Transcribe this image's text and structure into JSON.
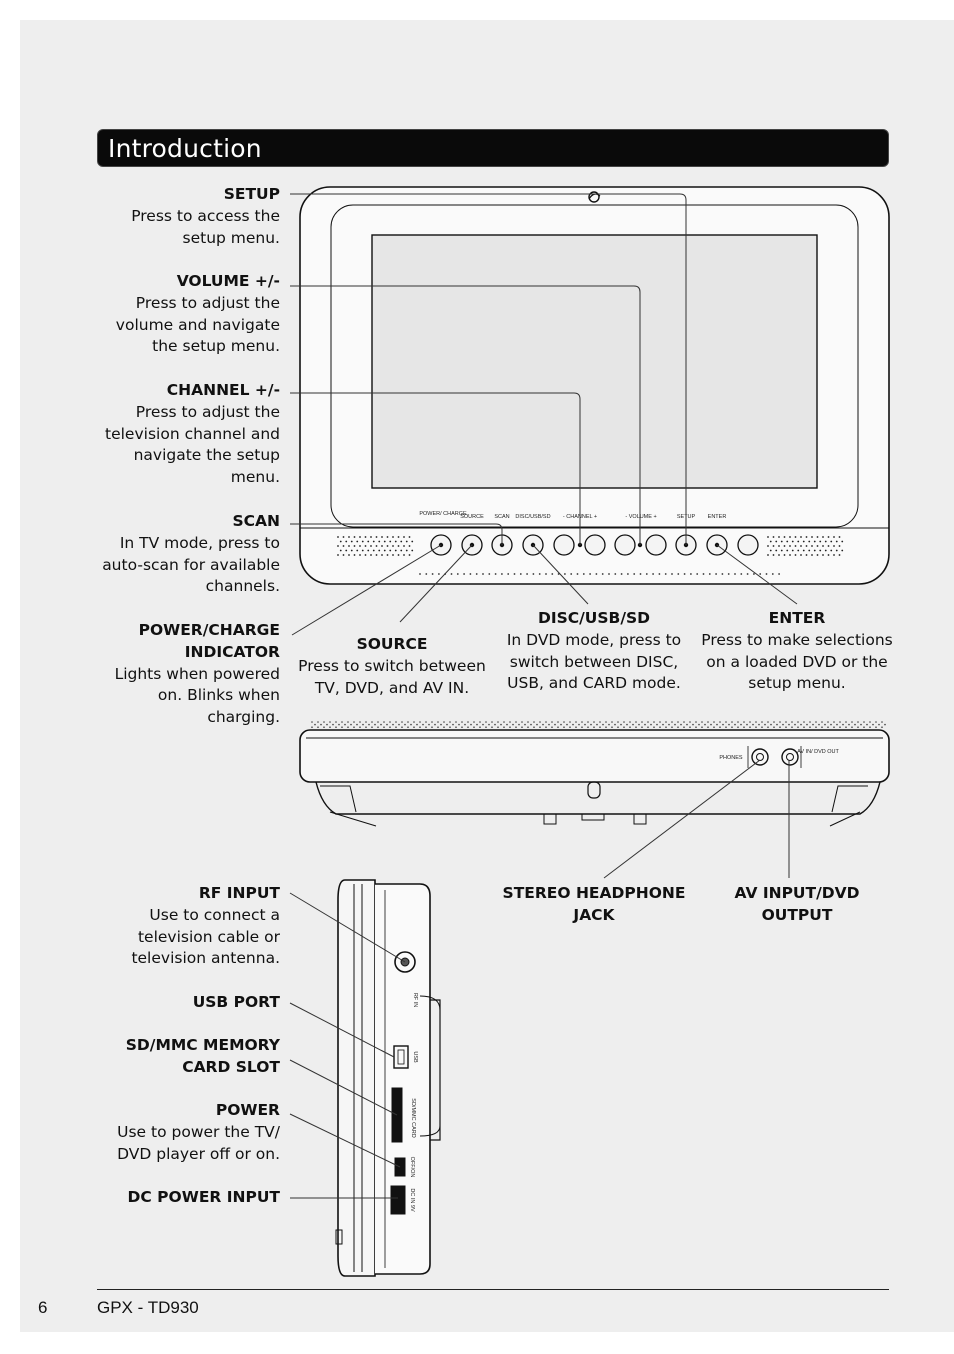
{
  "header": {
    "title": "Introduction"
  },
  "front_panel_labels": {
    "power_charge": "POWER/ CHARGE",
    "source": "SOURCE",
    "scan": "SCAN",
    "disc_usb_sd": "DISC/USB/SD",
    "channel": "- CHANNEL +",
    "volume": "-   VOLUME  +",
    "setup": "SETUP",
    "enter": "ENTER"
  },
  "bottom_panel_labels": {
    "phones": "PHONES",
    "av_in_dvd_out": "AV IN/ DVD OUT"
  },
  "side_panel_labels": {
    "rf_in": "RF IN",
    "usb": "USB",
    "sd_mmc_card": "SD/MMC CARD",
    "off_on": "OFF/ON",
    "dc_in": "DC IN 9V"
  },
  "callouts": {
    "setup": {
      "heading": "SETUP",
      "desc": "Press to access the\nsetup menu."
    },
    "volume": {
      "heading": "VOLUME +/-",
      "desc": "Press to adjust the\nvolume and navigate\nthe setup menu."
    },
    "channel": {
      "heading": "CHANNEL +/-",
      "desc": "Press to adjust the\ntelevision channel and\nnavigate the setup\nmenu."
    },
    "scan": {
      "heading": "SCAN",
      "desc": "In TV mode, press to\nauto-scan for available\nchannels."
    },
    "power_charge": {
      "heading": "POWER/CHARGE\nINDICATOR",
      "desc": "Lights when powered\non. Blinks when\ncharging."
    },
    "source": {
      "heading": "SOURCE",
      "desc": "Press to switch between\nTV, DVD, and AV IN."
    },
    "disc_usb_sd": {
      "heading": "DISC/USB/SD",
      "desc": "In DVD mode, press to\nswitch between DISC,\nUSB, and CARD mode."
    },
    "enter": {
      "heading": "ENTER",
      "desc": "Press to make selections\non a loaded DVD or the\nsetup menu."
    },
    "stereo_headphone": {
      "heading": "STEREO HEADPHONE\nJACK"
    },
    "av_input": {
      "heading": "AV INPUT/DVD\nOUTPUT"
    },
    "rf_input": {
      "heading": "RF INPUT",
      "desc": "Use to connect a\ntelevision cable or\ntelevision antenna."
    },
    "usb_port": {
      "heading": "USB PORT"
    },
    "sd_mmc": {
      "heading": "SD/MMC MEMORY\nCARD SLOT"
    },
    "power": {
      "heading": "POWER",
      "desc": "Use to power the TV/\nDVD player off or on."
    },
    "dc_power": {
      "heading": "DC POWER INPUT"
    }
  },
  "footer": {
    "page_number": "6",
    "model": "GPX - TD930"
  }
}
